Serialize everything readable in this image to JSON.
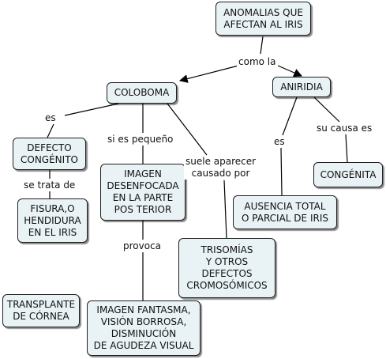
{
  "nodes": {
    "anomalias": "ANOMALIAS QUE\nAFECTAN AL IRIS",
    "coloboma": "COLOBOMA",
    "aniridia": "ANIRIDIA",
    "defecto_congenito": "DEFECTO\nCONGÉNITO",
    "fisura": "FISURA,O\nHENDIDURA\nEN EL IRIS",
    "imagen_desenfocada": "IMAGEN\nDESENFOCADA\nEN LA PARTE\nPOS TERIOR",
    "trisomias": "TRISOMÍAS\nY OTROS\nDEFECTOS\nCROMOSÓMICOS",
    "ausencia_total": "AUSENCIA TOTAL\nO PARCIAL DE IRIS",
    "congenita": "CONGÉNITA",
    "trasplante": "TRANSPLANTE\nDE CÓRNEA",
    "imagen_fantasma": "IMAGEN FANTASMA,\nVISIÓN BORROSA,\nDISMINUCIÓN\nDE AGUDEZA VISUAL"
  },
  "links": {
    "como_la": "como la",
    "es_left": "es",
    "se_trata_de": "se trata de",
    "si_es_pequeno": "si es pequeño",
    "suele_aparecer": "suele aparecer\ncausado por",
    "provoca": "provoca",
    "es_right": "es",
    "su_causa_es": "su causa es"
  }
}
